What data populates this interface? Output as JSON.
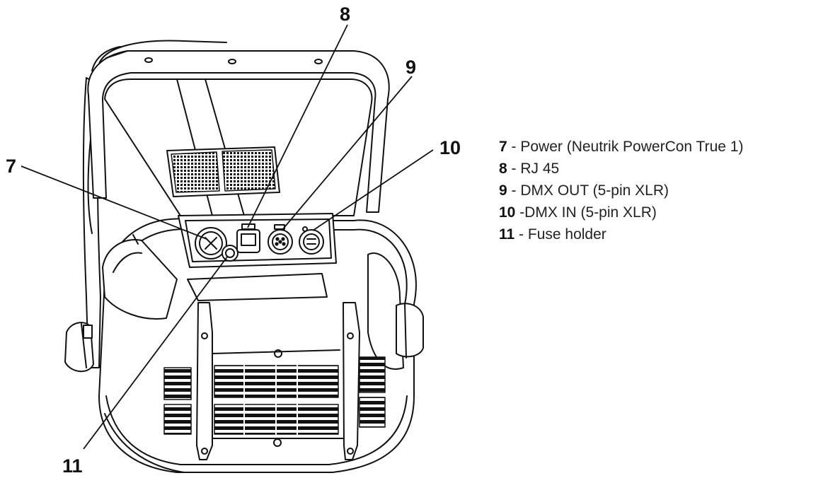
{
  "callouts": [
    "7",
    "8",
    "9",
    "10",
    "11"
  ],
  "legend": [
    {
      "num": "7",
      "text": " - Power (Neutrik PowerCon True 1)"
    },
    {
      "num": "8",
      "text": " - RJ 45"
    },
    {
      "num": "9",
      "text": " - DMX OUT (5-pin XLR)"
    },
    {
      "num": "10",
      "text": " -DMX IN (5-pin XLR)"
    },
    {
      "num": "11",
      "text": " - Fuse holder"
    }
  ]
}
